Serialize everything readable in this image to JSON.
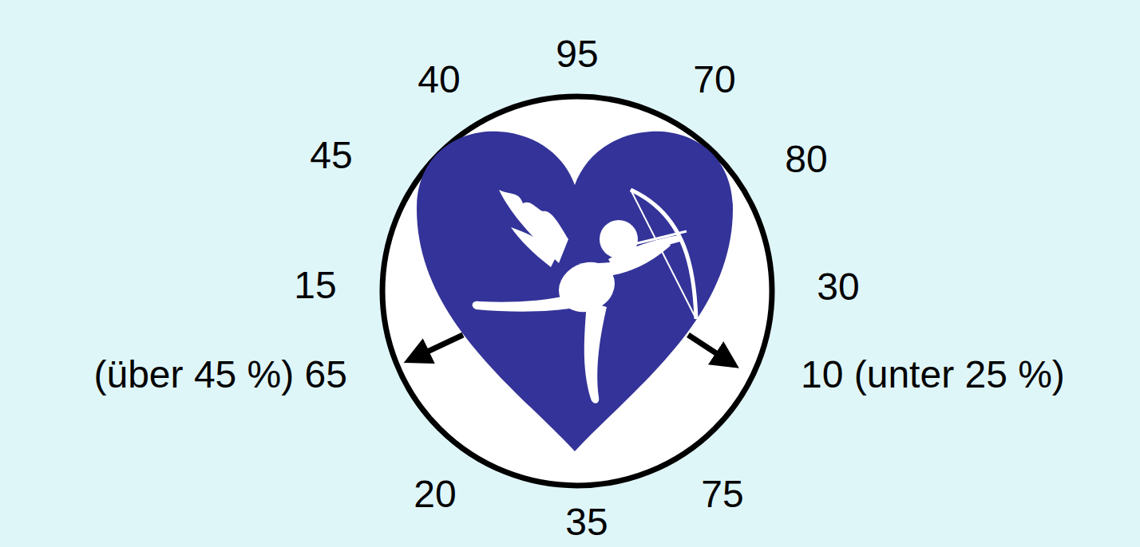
{
  "diagram": {
    "labels": [
      "95",
      "40",
      "70",
      "45",
      "80",
      "15",
      "30",
      "(über 45 %) 65",
      "10 (unter 25 %)",
      "20",
      "75",
      "35"
    ]
  }
}
